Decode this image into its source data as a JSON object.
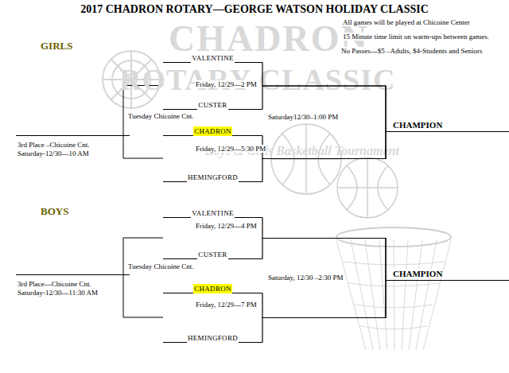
{
  "diagram": {
    "title": "2017 CHADRON ROTARY—GEORGE WATSON HOLIDAY CLASSIC",
    "nodes": [
      {
        "text": [
          "VALENTINE"
        ]
      },
      {
        "text": [
          "CUSTER"
        ]
      },
      {
        "text": [
          "CHADRON"
        ]
      },
      {
        "text": [
          "HEMINGFORD"
        ]
      },
      {
        "text": [
          "CHAMPION"
        ]
      },
      {
        "text": [
          "3rd Place –Chicoine Cnt.",
          "Saturday-12/30—10 AM"
        ]
      },
      {
        "text": [
          "VALENTINE"
        ]
      },
      {
        "text": [
          "CUSTER"
        ]
      },
      {
        "text": [
          "CHADRON"
        ]
      },
      {
        "text": [
          "HEMINGFORD"
        ]
      },
      {
        "text": [
          "CHAMPION"
        ]
      },
      {
        "text": [
          "3rd Place—Chicoine Cnt.",
          "Saturday-12/30—11:30 AM"
        ]
      }
    ],
    "edges": [
      {
        "from": 0,
        "to": 4,
        "arrow": "none"
      },
      {
        "from": 1,
        "to": 4,
        "arrow": "none"
      },
      {
        "from": 2,
        "to": 4,
        "arrow": "none"
      },
      {
        "from": 3,
        "to": 4,
        "arrow": "none"
      },
      {
        "from": 6,
        "to": 10,
        "arrow": "none"
      },
      {
        "from": 7,
        "to": 10,
        "arrow": "none"
      },
      {
        "from": 8,
        "to": 10,
        "arrow": "none"
      },
      {
        "from": 9,
        "to": 10,
        "arrow": "none"
      }
    ],
    "labels": [
      "All games will be played at Chicoine Center",
      "15 Minute time limit on warm-ups between games.",
      "No Passes—$5 –Adults, $4-Students and Seniors",
      "CHADRON",
      "ROTARY CLASSIC",
      "GIRLS",
      "Friday, 12/29—2 PM",
      "Tuesday Chicoine Cnt.",
      "Saturday12/30–1:00 PM",
      "Boys & Girls Basketball Tournament",
      "Friday, 12/29—5:30 PM",
      "BOYS",
      "Friday, 12/29—4 PM",
      "Tuesday Chicoine Cnt.",
      "Saturday, 12/30 –2:30 PM",
      "Friday, 12/29—7 PM"
    ]
  }
}
